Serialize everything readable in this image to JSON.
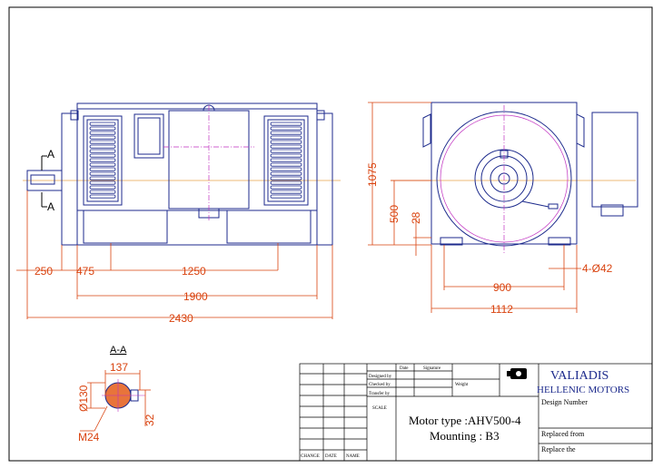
{
  "side_view": {
    "section_marker_top": "A",
    "section_marker_bottom": "A",
    "dim_shaft": "250",
    "dim_foot_offset": "475",
    "dim_foot_spacing": "1250",
    "dim_frame_length": "1900",
    "dim_total_length": "2430"
  },
  "end_view": {
    "dim_height": "1075",
    "dim_shaft_height": "500",
    "dim_foot_height": "28",
    "dim_foot_width": "900",
    "dim_base_width": "1112",
    "dim_holes": "4-Ø42"
  },
  "section": {
    "title": "A-A",
    "dim_width": "137",
    "dim_diameter": "Ø130",
    "dim_key": "32",
    "dim_thread": "M24"
  },
  "title_block": {
    "col_date": "Date",
    "col_signature": "Signature",
    "row_designed": "Designed by",
    "row_checked": "Checked by",
    "row_transfer": "Transfer by",
    "weight_label": "Weight",
    "scale_label": "SCALE",
    "company_name": "VALIADIS",
    "company_sub": "HELLENIC MOTORS",
    "design_number": "Design Number",
    "motor_type": "Motor type :AHV500-4",
    "mounting": "Mounting : B3",
    "replaced_from": "Replaced from",
    "replace_the": "Replace the",
    "change_label": "CHANGE",
    "date_label": "DATE",
    "name_label": "NAME"
  },
  "colors": {
    "dimension": "#d9420e",
    "outline": "#1c2a8c",
    "centerline": "#c02fc0",
    "axis": "#e8a24a"
  }
}
